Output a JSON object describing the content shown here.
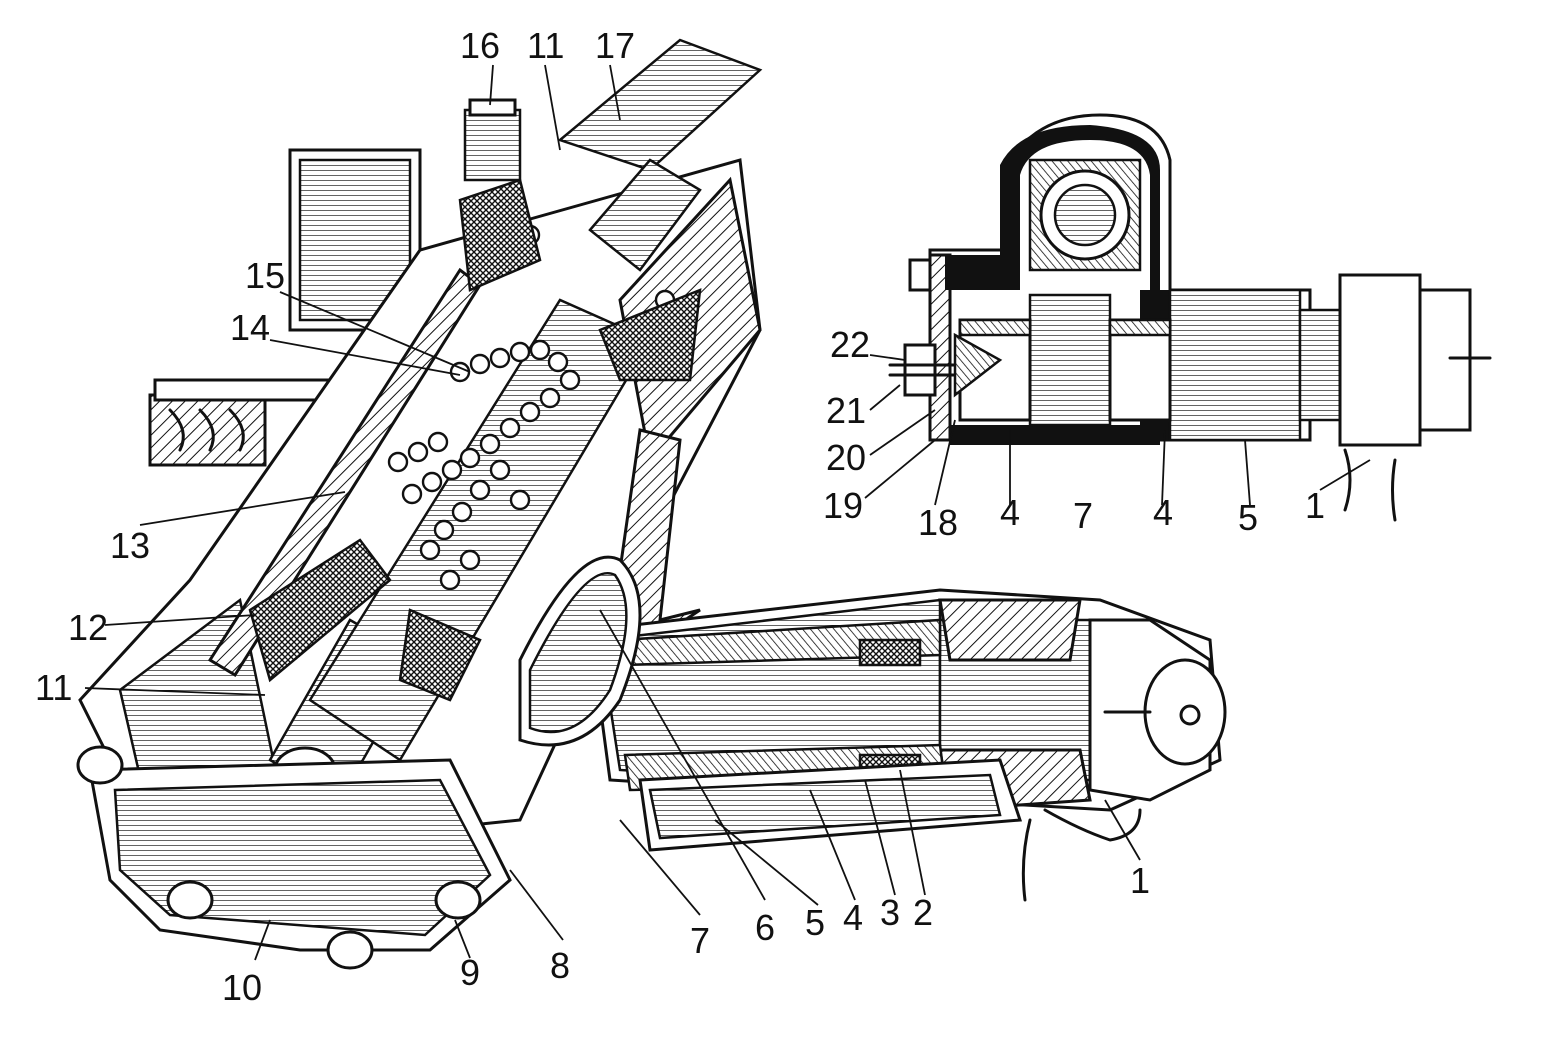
{
  "labels": {
    "main": {
      "l1": "1",
      "l2": "2",
      "l3": "3",
      "l4": "4",
      "l5": "5",
      "l6": "6",
      "l7": "7",
      "l8": "8",
      "l9": "9",
      "l10": "10",
      "l11a": "11",
      "l11b": "11",
      "l12": "12",
      "l13": "13",
      "l14": "14",
      "l15": "15",
      "l16": "16",
      "l17": "17"
    },
    "inset": {
      "l1": "1",
      "l4a": "4",
      "l4b": "4",
      "l5": "5",
      "l7": "7",
      "l18": "18",
      "l19": "19",
      "l20": "20",
      "l21": "21",
      "l22": "22"
    }
  }
}
